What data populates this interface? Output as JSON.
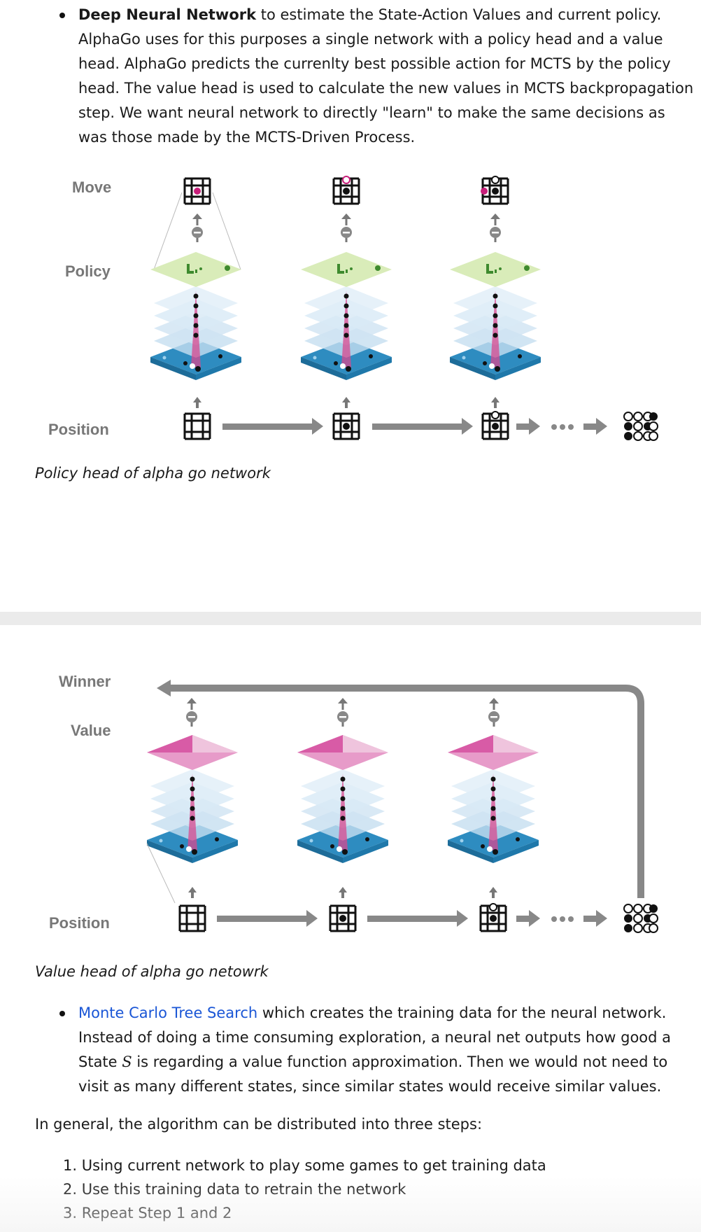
{
  "bullet1": {
    "bold": "Deep Neural Network",
    "text": " to estimate the State-Action Values and current policy. AlphaGo uses for this purposes a single network with a policy head and a value head. AlphaGo predicts the currenlty best possible action for MCTS by the policy head. The value head is used to calculate the new values in MCTS backpropagation step. We want neural network to directly \"learn\" to make the same decisions as was those made by the MCTS-Driven Process."
  },
  "figure1": {
    "labels": {
      "move": "Move",
      "policy": "Policy",
      "position": "Position"
    },
    "caption": "Policy head of alpha go network"
  },
  "figure2": {
    "labels": {
      "winner": "Winner",
      "value": "Value",
      "position": "Position"
    },
    "caption": "Value head of alpha go netowrk"
  },
  "bullet2": {
    "link": "Monte Carlo Tree Search",
    "text_before_math": " which creates the training data for the neural network. Instead of doing a time consuming exploration, a neural net outputs how good a State ",
    "math": "S",
    "text_after_math": " is regarding a value function approximation. Then we would not need to visit as many different states, since similar states would receive similar values."
  },
  "intro": "In general, the algorithm can be distributed into three steps:",
  "steps": [
    "Using current network to play some games to get training data",
    "Use this training data to retrain the network",
    "Repeat Step 1 and 2"
  ],
  "step_numbers": [
    "1.",
    "2.",
    "3."
  ]
}
